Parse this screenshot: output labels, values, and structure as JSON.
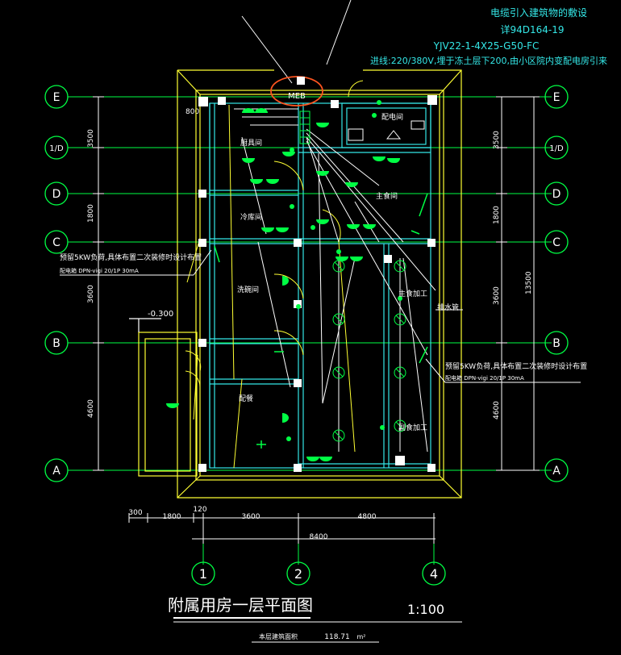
{
  "header_notes": {
    "line1": "电缆引入建筑物的敷设",
    "line2": "详94D164-19",
    "line3": "YJV22-1-4X25-G50-FC",
    "line4": "进线:220/380V,埋于冻土层下200,由小区院内变配电房引来"
  },
  "grid_rows": [
    "E",
    "1/D",
    "D",
    "C",
    "B",
    "A"
  ],
  "grid_cols": [
    "1",
    "2",
    "4"
  ],
  "dims_left": [
    "800",
    "3500",
    "1800",
    "3600",
    "4600"
  ],
  "dims_right": [
    "3500",
    "1800",
    "3600",
    "4600",
    "13500"
  ],
  "dims_bottom_top": [
    "300",
    "1800",
    "120",
    "3600",
    "4800"
  ],
  "dims_bottom_total": "8400",
  "level_mark": "-0.300",
  "mcb_label": "MEB",
  "room_labels": {
    "r1": "配电间",
    "r2": "厨具间",
    "r3": "冷库间",
    "r4": "主食间",
    "r5": "洗碗间",
    "r6": "主食加工",
    "r7": "配餐",
    "r8": "副食加工",
    "r9": "排水管"
  },
  "reserve_note_left_1": "预留5KW负荷,具体布置二次装修时设计布置",
  "reserve_note_left_2": "配电箱 DPN-vigi 20/1P 30mA",
  "reserve_note_right_1": "预留5KW负荷,具体布置二次装修时设计布置",
  "reserve_note_right_2": "配电箱 DPN-vigi 20/1P 30mA",
  "title": "附属用房一层平面图",
  "scale": "1:100",
  "area_label": "本层建筑面积",
  "area_value": "118.71",
  "area_unit": "m²"
}
